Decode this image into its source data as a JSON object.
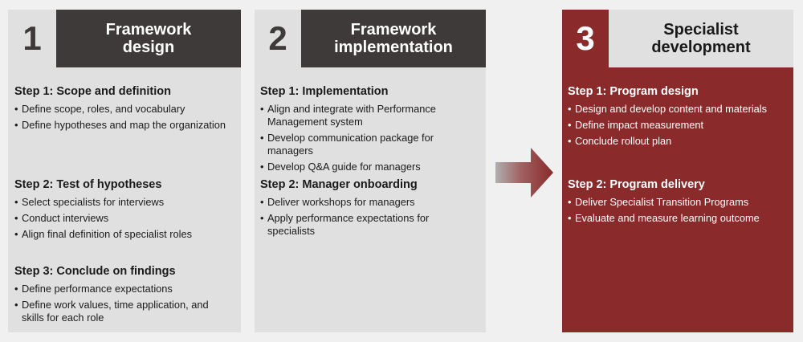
{
  "colors": {
    "dark_header": "#3e3a39",
    "maroon": "#8a2a2b",
    "panel_grey": "#e0e0e0",
    "background": "#f0f0f0"
  },
  "arrow": {
    "icon": "right-arrow-icon"
  },
  "panels": [
    {
      "number": "1",
      "title_line1": "Framework",
      "title_line2": "design",
      "steps": [
        {
          "title": "Step 1: Scope and definition",
          "bullets": [
            "Define scope, roles, and vocabulary",
            "Define hypotheses and map the organization"
          ]
        },
        {
          "title": "Step 2: Test of hypotheses",
          "bullets": [
            "Select specialists for interviews",
            "Conduct interviews",
            "Align final definition of specialist roles"
          ]
        },
        {
          "title": "Step 3: Conclude on findings",
          "bullets": [
            "Define performance expectations",
            "Define work values, time application, and skills for each role"
          ]
        }
      ]
    },
    {
      "number": "2",
      "title_line1": "Framework",
      "title_line2": "implementation",
      "steps": [
        {
          "title": "Step 1: Implementation",
          "bullets": [
            "Align and integrate with Performance Management system",
            "Develop communication package for managers",
            "Develop Q&A guide for managers"
          ]
        },
        {
          "title": "Step 2: Manager onboarding",
          "bullets": [
            "Deliver workshops for managers",
            "Apply performance expectations for specialists"
          ]
        }
      ]
    },
    {
      "number": "3",
      "title_line1": "Specialist",
      "title_line2": "development",
      "steps": [
        {
          "title": "Step 1: Program design",
          "bullets": [
            "Design and develop content and materials",
            "Define impact measurement",
            "Conclude rollout plan"
          ]
        },
        {
          "title": "Step 2: Program delivery",
          "bullets": [
            "Deliver Specialist Transition Programs",
            "Evaluate and measure learning outcome"
          ]
        }
      ]
    }
  ]
}
